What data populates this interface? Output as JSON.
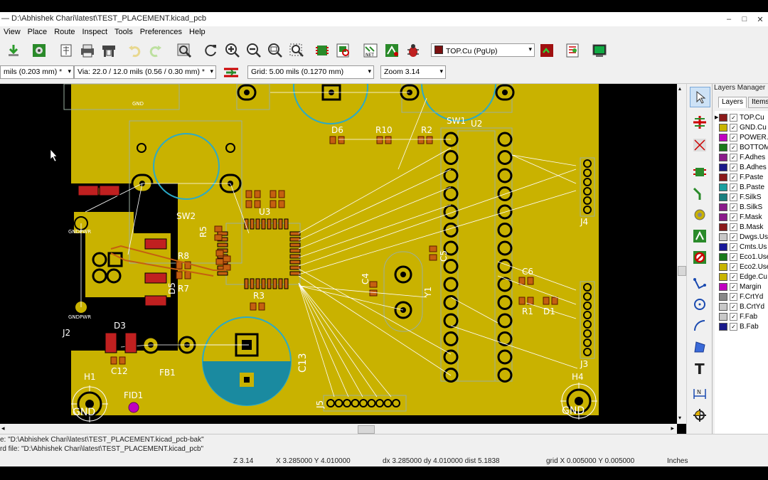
{
  "window": {
    "title": "— D:\\Abhishek Chari\\latest\\TEST_PLACEMENT.kicad_pcb",
    "controls": [
      "–",
      "□",
      "✕"
    ]
  },
  "menu": [
    "View",
    "Place",
    "Route",
    "Inspect",
    "Tools",
    "Preferences",
    "Help"
  ],
  "toolbar": {
    "layer_select": "TOP.Cu (PgUp)",
    "layer_color": "#7a1010",
    "icons": [
      "read-netlist-icon",
      "drc-icon",
      "new-board-icon",
      "page-settings-icon",
      "print-icon",
      "plot-icon",
      "undo-icon",
      "redo-icon",
      "find-icon",
      "redraw-icon",
      "zoom-in-icon",
      "zoom-out-icon",
      "zoom-fit-icon",
      "zoom-selection-icon",
      "footprint-editor-icon",
      "footprint-browser-icon",
      "netlist-icon",
      "autoroute-icon",
      "drc-bug-icon",
      "layer-pair-icon",
      "script-icon",
      "python-icon"
    ]
  },
  "toolbar2": {
    "track_width": "mils (0.203 mm) *",
    "via_size": "Via: 22.0 / 12.0 mils (0.56 / 0.30 mm) *",
    "grid": "Grid: 5.00 mils (0.1270 mm)",
    "zoom": "Zoom 3.14"
  },
  "pcb": {
    "board_color": "#c9b200",
    "refs": {
      "gnd_top": "GND",
      "d6": "D6",
      "r10": "R10",
      "r2": "R2",
      "sw1": "SW1",
      "u2": "U2",
      "sw2": "SW2",
      "u3": "U3",
      "r8": "R8",
      "r7": "R7",
      "d5": "D5",
      "r5": "R5",
      "j4": "J4",
      "j3": "J3",
      "c4": "C4",
      "y1": "Y1",
      "c5": "C5",
      "r3": "R3",
      "c6": "C6",
      "r1": "R1",
      "d1": "D1",
      "j2": "J2",
      "d3": "D3",
      "c12": "C12",
      "fb1": "FB1",
      "c13": "C13",
      "h1": "H1",
      "fid1": "FID1",
      "h4": "H4",
      "j5": "J5",
      "gnd_h1": "GND",
      "gnd_h4": "GND",
      "gndpwr1": "GNDPWR",
      "gndpwr2": "GNDPWR"
    }
  },
  "right_toolbar": [
    "select-arrow-icon",
    "highlight-net-icon",
    "local-ratsnest-icon",
    "add-footprint-icon",
    "route-track-icon",
    "add-via-icon",
    "add-zone-icon",
    "add-keepout-icon",
    "add-line-icon",
    "add-circle-icon",
    "add-arc-icon",
    "add-polygon-icon",
    "add-text-icon",
    "add-dimension-icon",
    "add-target-icon"
  ],
  "layers_manager": {
    "title": "Layers Manager",
    "tabs": [
      "Layers",
      "Items"
    ],
    "layers": [
      {
        "name": "TOP.Cu",
        "color": "#8b1a1a",
        "active": true
      },
      {
        "name": "GND.Cu",
        "color": "#c8b400"
      },
      {
        "name": "POWER.",
        "color": "#c000c0"
      },
      {
        "name": "BOTTOM",
        "color": "#1a7a1a"
      },
      {
        "name": "F.Adhes",
        "color": "#8a1a8a"
      },
      {
        "name": "B.Adhes",
        "color": "#1a1a8a"
      },
      {
        "name": "F.Paste",
        "color": "#8b1a1a"
      },
      {
        "name": "B.Paste",
        "color": "#1aa0a0"
      },
      {
        "name": "F.SilkS",
        "color": "#1a8080"
      },
      {
        "name": "B.SilkS",
        "color": "#8a1a8a"
      },
      {
        "name": "F.Mask",
        "color": "#8a1a8a"
      },
      {
        "name": "B.Mask",
        "color": "#8a1a1a"
      },
      {
        "name": "Dwgs.Us",
        "color": "#c8c8c8"
      },
      {
        "name": "Cmts.Us",
        "color": "#1a1a9a"
      },
      {
        "name": "Eco1.Use",
        "color": "#1a7a1a"
      },
      {
        "name": "Eco2.Use",
        "color": "#c8b400"
      },
      {
        "name": "Edge.Cu",
        "color": "#c8b400"
      },
      {
        "name": "Margin",
        "color": "#c000c0"
      },
      {
        "name": "F.CrtYd",
        "color": "#888888"
      },
      {
        "name": "B.CrtYd",
        "color": "#c8c8c8"
      },
      {
        "name": "F.Fab",
        "color": "#c8c8c8"
      },
      {
        "name": "B.Fab",
        "color": "#1a1a8a"
      }
    ]
  },
  "status": {
    "line1": "e: \"D:\\Abhishek Chari\\latest\\TEST_PLACEMENT.kicad_pcb-bak\"",
    "line2": "rd file: \"D:\\Abhishek Chari\\latest\\TEST_PLACEMENT.kicad_pcb\"",
    "zoom": "Z 3.14",
    "abs_coords": "X 3.285000  Y 4.010000",
    "rel_coords": "dx 3.285000  dy 4.010000  dist 5.1838",
    "grid": "grid X 0.005000  Y 0.005000",
    "units": "Inches"
  }
}
